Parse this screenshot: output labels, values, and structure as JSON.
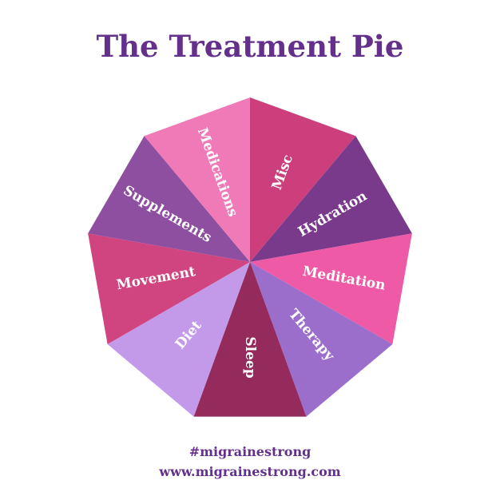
{
  "chart_data": {
    "type": "pie",
    "title": "The Treatment Pie",
    "slices": [
      {
        "label": "Misc",
        "value": 1,
        "color": "#cc3f7c"
      },
      {
        "label": "Hydration",
        "value": 1,
        "color": "#7a3a8c"
      },
      {
        "label": "Meditation",
        "value": 1,
        "color": "#ee5aa6"
      },
      {
        "label": "Therapy",
        "value": 1,
        "color": "#9b6ecc"
      },
      {
        "label": "Sleep",
        "value": 1,
        "color": "#952a5c"
      },
      {
        "label": "Diet",
        "value": 1,
        "color": "#c39aea"
      },
      {
        "label": "Movement",
        "value": 1,
        "color": "#d0447f"
      },
      {
        "label": "Supplements",
        "value": 1,
        "color": "#8e4fa0"
      },
      {
        "label": "Medications",
        "value": 1,
        "color": "#f07ab8"
      }
    ]
  },
  "footer": {
    "hashtag": "#migrainestrong",
    "website": "www.migrainestrong.com"
  },
  "colors": {
    "title": "#64308c",
    "label": "#ffffff"
  }
}
